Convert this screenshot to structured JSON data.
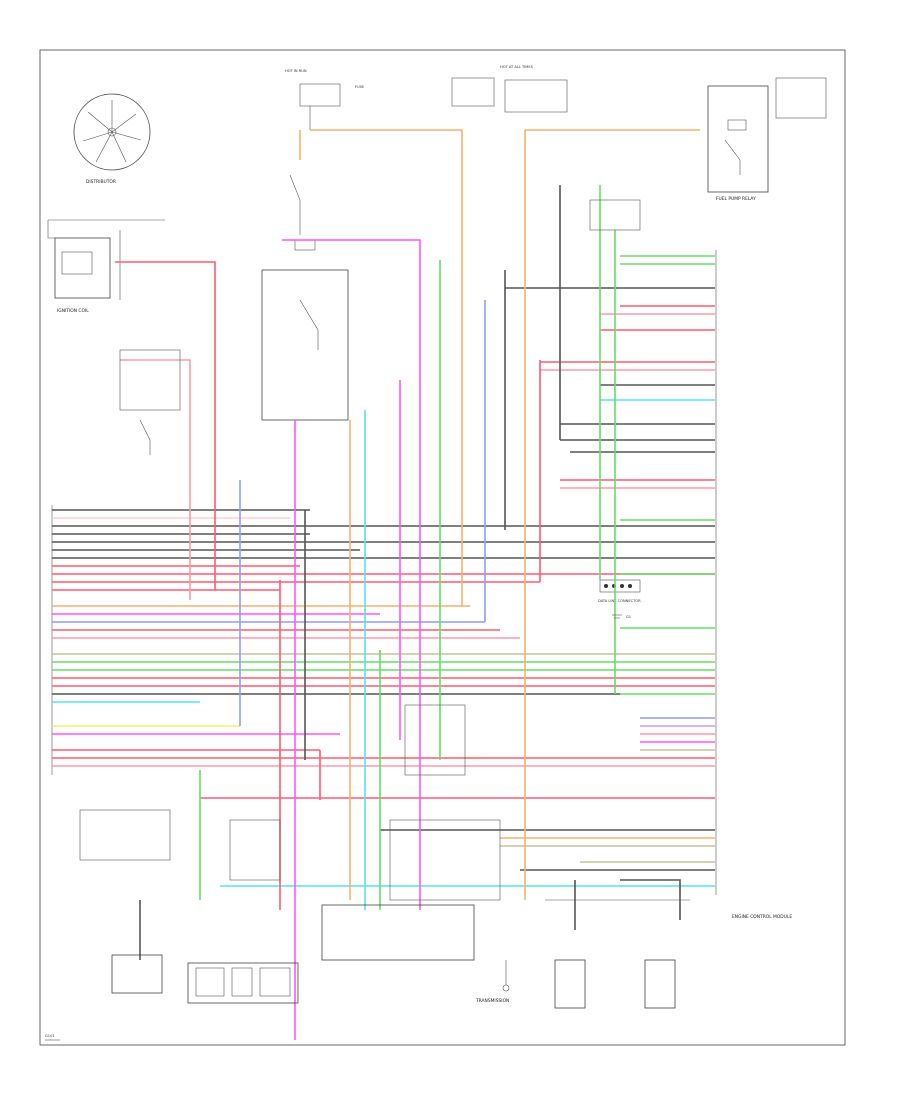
{
  "diagram": {
    "colors": {
      "red": "#ff5a6e",
      "pink": "#ff9aa8",
      "orange": "#f5b26b",
      "magenta": "#ff55ff",
      "green": "#66dd66",
      "cyan": "#55e5e5",
      "blue": "#8f9cff",
      "yellow": "#f3f06a",
      "gray": "#7a7a7a",
      "olive": "#c9c29a",
      "violet": "#c79cff"
    },
    "labels": {
      "distributor": "DISTRIBUTOR",
      "ignition_coil": "IGNITION COIL",
      "hot_in_run": "HOT IN RUN",
      "fuse": "FUSE",
      "hot_at_all_times": "HOT AT ALL TIMES",
      "fuel_pump_relay": "FUEL PUMP RELAY",
      "data_link_connector": "DATA LINK CONNECTOR",
      "transmission": "TRANSMISSION",
      "engine_control_module": "ENGINE CONTROL MODULE",
      "g1": "G1",
      "g101": "G101"
    }
  }
}
